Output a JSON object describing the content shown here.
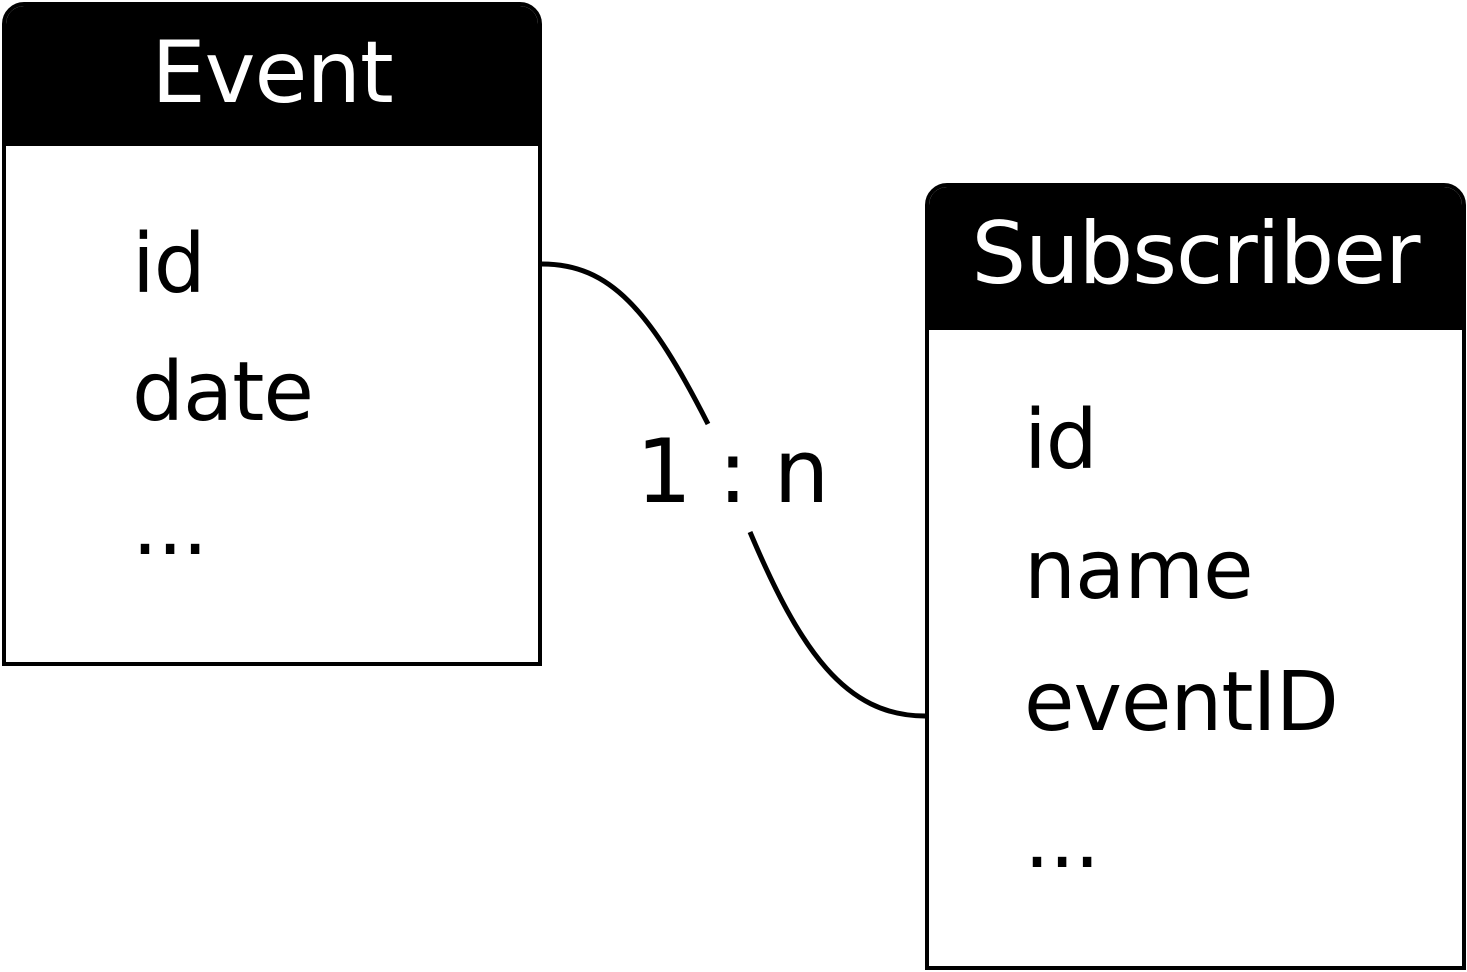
{
  "colors": {
    "ink": "#000000",
    "header_text": "#ffffff",
    "background": "#ffffff"
  },
  "entities": {
    "event": {
      "title": "Event",
      "fields": [
        "id",
        "date",
        "..."
      ]
    },
    "subscriber": {
      "title": "Subscriber",
      "fields": [
        "id",
        "name",
        "eventID",
        "..."
      ]
    }
  },
  "relationship": {
    "label": "1 : n"
  }
}
